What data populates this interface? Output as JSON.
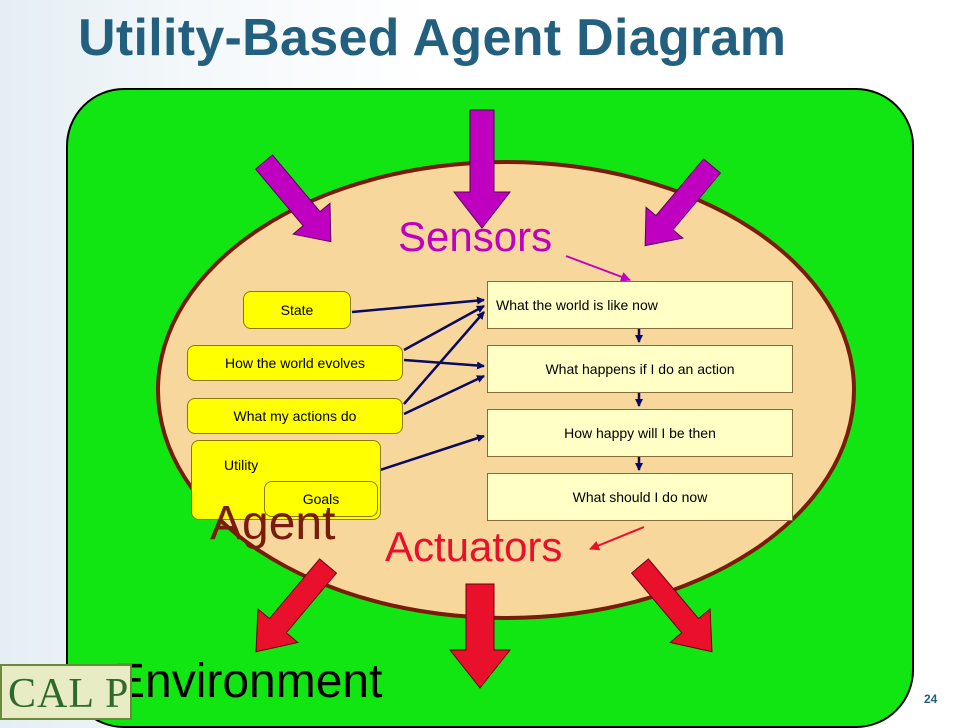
{
  "title": "Utility-Based Agent Diagram",
  "labels": {
    "sensors": "Sensors",
    "actuators": "Actuators",
    "agent": "Agent",
    "environment": "Environment"
  },
  "knowledge_boxes": {
    "state": "State",
    "how_world_evolves": "How the world evolves",
    "what_my_actions_do": "What my actions do",
    "utility": "Utility",
    "goals": "Goals"
  },
  "process_boxes": {
    "world_now": "What the world is like now",
    "happens_if_action": "What happens if I do an action",
    "how_happy": "How happy will I be then",
    "what_do_now": "What should I do now"
  },
  "logo_text": "CAL POLY",
  "page_number": "24",
  "colors": {
    "title": "#23607f",
    "environment": "#12e612",
    "agent_fill": "#f8d79c",
    "agent_border": "#7a1c0c",
    "sensor_arrows": "#c000c0",
    "actuator_arrows": "#e8102a",
    "knowledge_box": "#ffff00",
    "process_box": "#ffffc6",
    "connector": "#0a0a60"
  }
}
